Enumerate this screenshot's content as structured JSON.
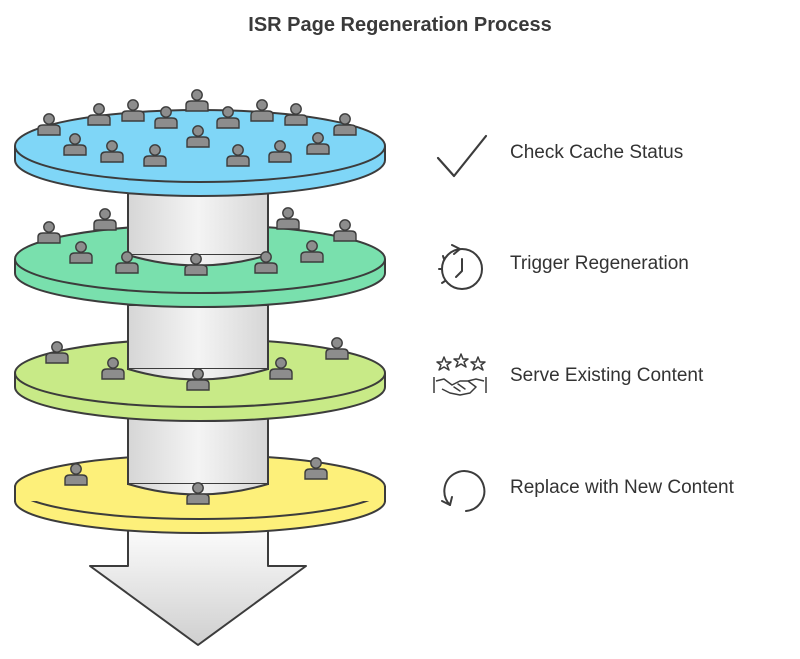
{
  "title": "ISR Page Regeneration Process",
  "steps": [
    {
      "label": "Check Cache Status",
      "icon": "checkmark-icon"
    },
    {
      "label": "Trigger Regeneration",
      "icon": "timer-icon"
    },
    {
      "label": "Serve Existing Content",
      "icon": "stars-handshake-icon"
    },
    {
      "label": "Replace with New Content",
      "icon": "refresh-icon"
    }
  ],
  "layers": [
    {
      "name": "blue",
      "color": "#7fd6f7"
    },
    {
      "name": "green",
      "color": "#79e0ad"
    },
    {
      "name": "lime",
      "color": "#c8ea87"
    },
    {
      "name": "yellow",
      "color": "#fdf07a"
    }
  ]
}
